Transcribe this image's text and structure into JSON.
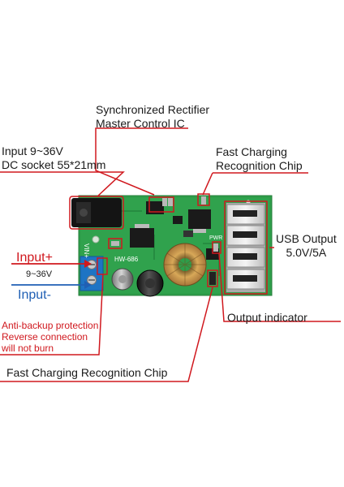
{
  "labels": {
    "rectifier": [
      "Synchronized Rectifier",
      "Master Control IC"
    ],
    "input": [
      "Input 9~36V",
      "DC socket 55*21mm"
    ],
    "fast_top": [
      "Fast Charging",
      "Recognition Chip"
    ],
    "usb": [
      "USB Output",
      "5.0V/5A"
    ],
    "input_plus": "Input+",
    "input_range": "9~36V",
    "input_minus": "Input-",
    "anti": [
      "Anti-backup protection",
      "Reverse connection",
      "will not burn"
    ],
    "output_indicator": "Output indicator",
    "fast_bottom": "Fast Charging Recognition Chip"
  },
  "board": {
    "silk_model": "HW-686",
    "silk_vin": "VIN+",
    "silk_pwr": "PWR"
  },
  "colors": {
    "pcb": "#2e9e4a",
    "leader": "#d0181e",
    "plus_arrow": "#d0181e",
    "minus_arrow": "#1f5fb4"
  }
}
